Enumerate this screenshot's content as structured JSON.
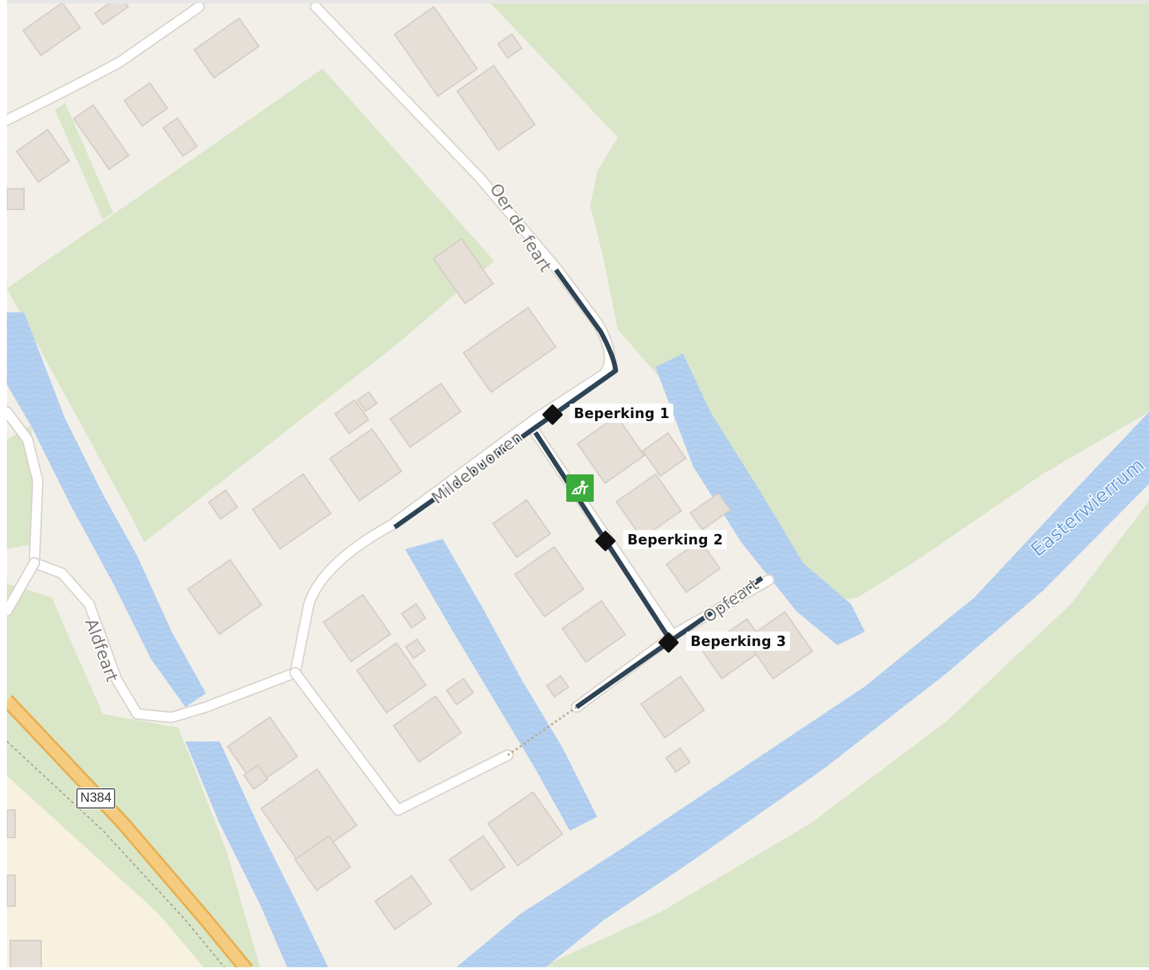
{
  "map": {
    "road_labels": [
      {
        "id": "oer-de-feart",
        "text": "Oer de feart"
      },
      {
        "id": "mildebuorren",
        "text": "Mildebuorren"
      },
      {
        "id": "aldfeart",
        "text": "Aldfeart"
      },
      {
        "id": "opfeart",
        "text": "Opfeart"
      },
      {
        "id": "easterwierrum",
        "text": "Easterwierrum"
      }
    ],
    "route_shield": "N384",
    "restrictions": [
      {
        "id": "1",
        "label": "Beperking 1"
      },
      {
        "id": "2",
        "label": "Beperking 2"
      },
      {
        "id": "3",
        "label": "Beperking 3"
      }
    ],
    "work_icon": "roadworks-icon",
    "colors": {
      "land": "#f2efe9",
      "green": "#d9e6c7",
      "water": "#b3d0f0",
      "building": "#e6dfd8",
      "road": "#ffffff",
      "highway": "#f2c872",
      "route": "#2e4455",
      "marker": "#111111",
      "roadworks": "#3bab3b"
    }
  }
}
